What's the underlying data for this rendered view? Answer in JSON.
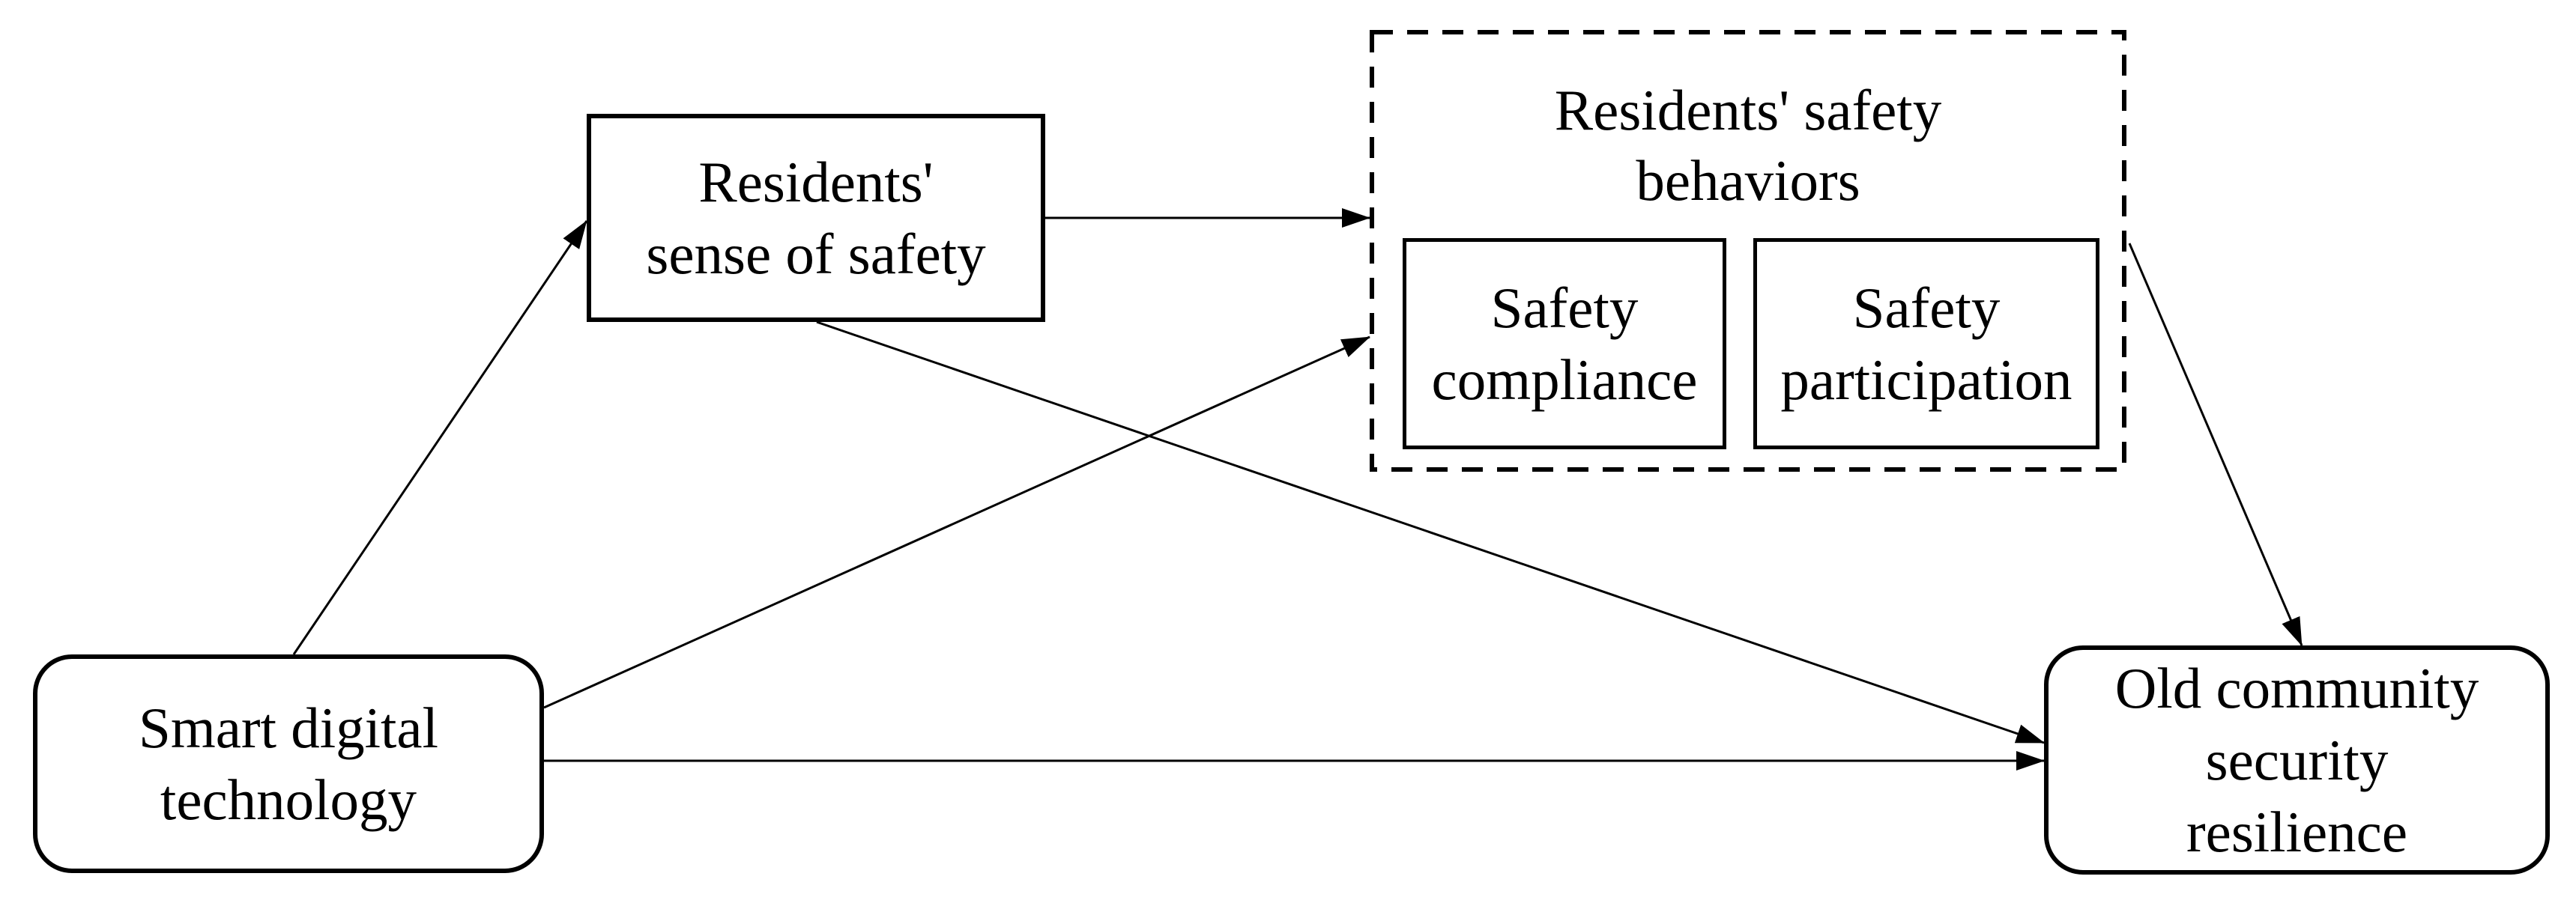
{
  "figure": {
    "background_color": "#ffffff",
    "line_color": "#000000",
    "text_color": "#000000",
    "nodes": {
      "smart_digital_technology": {
        "label": "Smart digital\ntechnology",
        "shape": "rounded-rectangle",
        "border_style": "solid"
      },
      "residents_sense_of_safety": {
        "label": "Residents'\nsense of safety",
        "shape": "rectangle",
        "border_style": "solid"
      },
      "residents_safety_behaviors": {
        "label": "Residents' safety\nbehaviors",
        "shape": "rectangle",
        "border_style": "dashed"
      },
      "safety_compliance": {
        "label": "Safety\ncompliance",
        "shape": "rectangle",
        "border_style": "solid"
      },
      "safety_participation": {
        "label": "Safety\nparticipation",
        "shape": "rectangle",
        "border_style": "solid"
      },
      "old_community_security_resilience": {
        "label": "Old community\nsecurity\nresilience",
        "shape": "rounded-rectangle",
        "border_style": "solid"
      }
    },
    "edges": [
      {
        "from": "smart_digital_technology",
        "to": "residents_sense_of_safety",
        "style": "solid-arrow"
      },
      {
        "from": "residents_sense_of_safety",
        "to": "residents_safety_behaviors",
        "style": "solid-arrow"
      },
      {
        "from": "smart_digital_technology",
        "to": "residents_safety_behaviors",
        "style": "solid-arrow"
      },
      {
        "from": "residents_sense_of_safety",
        "to": "old_community_security_resilience",
        "style": "solid-arrow"
      },
      {
        "from": "smart_digital_technology",
        "to": "old_community_security_resilience",
        "style": "solid-arrow"
      },
      {
        "from": "residents_safety_behaviors",
        "to": "old_community_security_resilience",
        "style": "solid-arrow"
      }
    ]
  }
}
